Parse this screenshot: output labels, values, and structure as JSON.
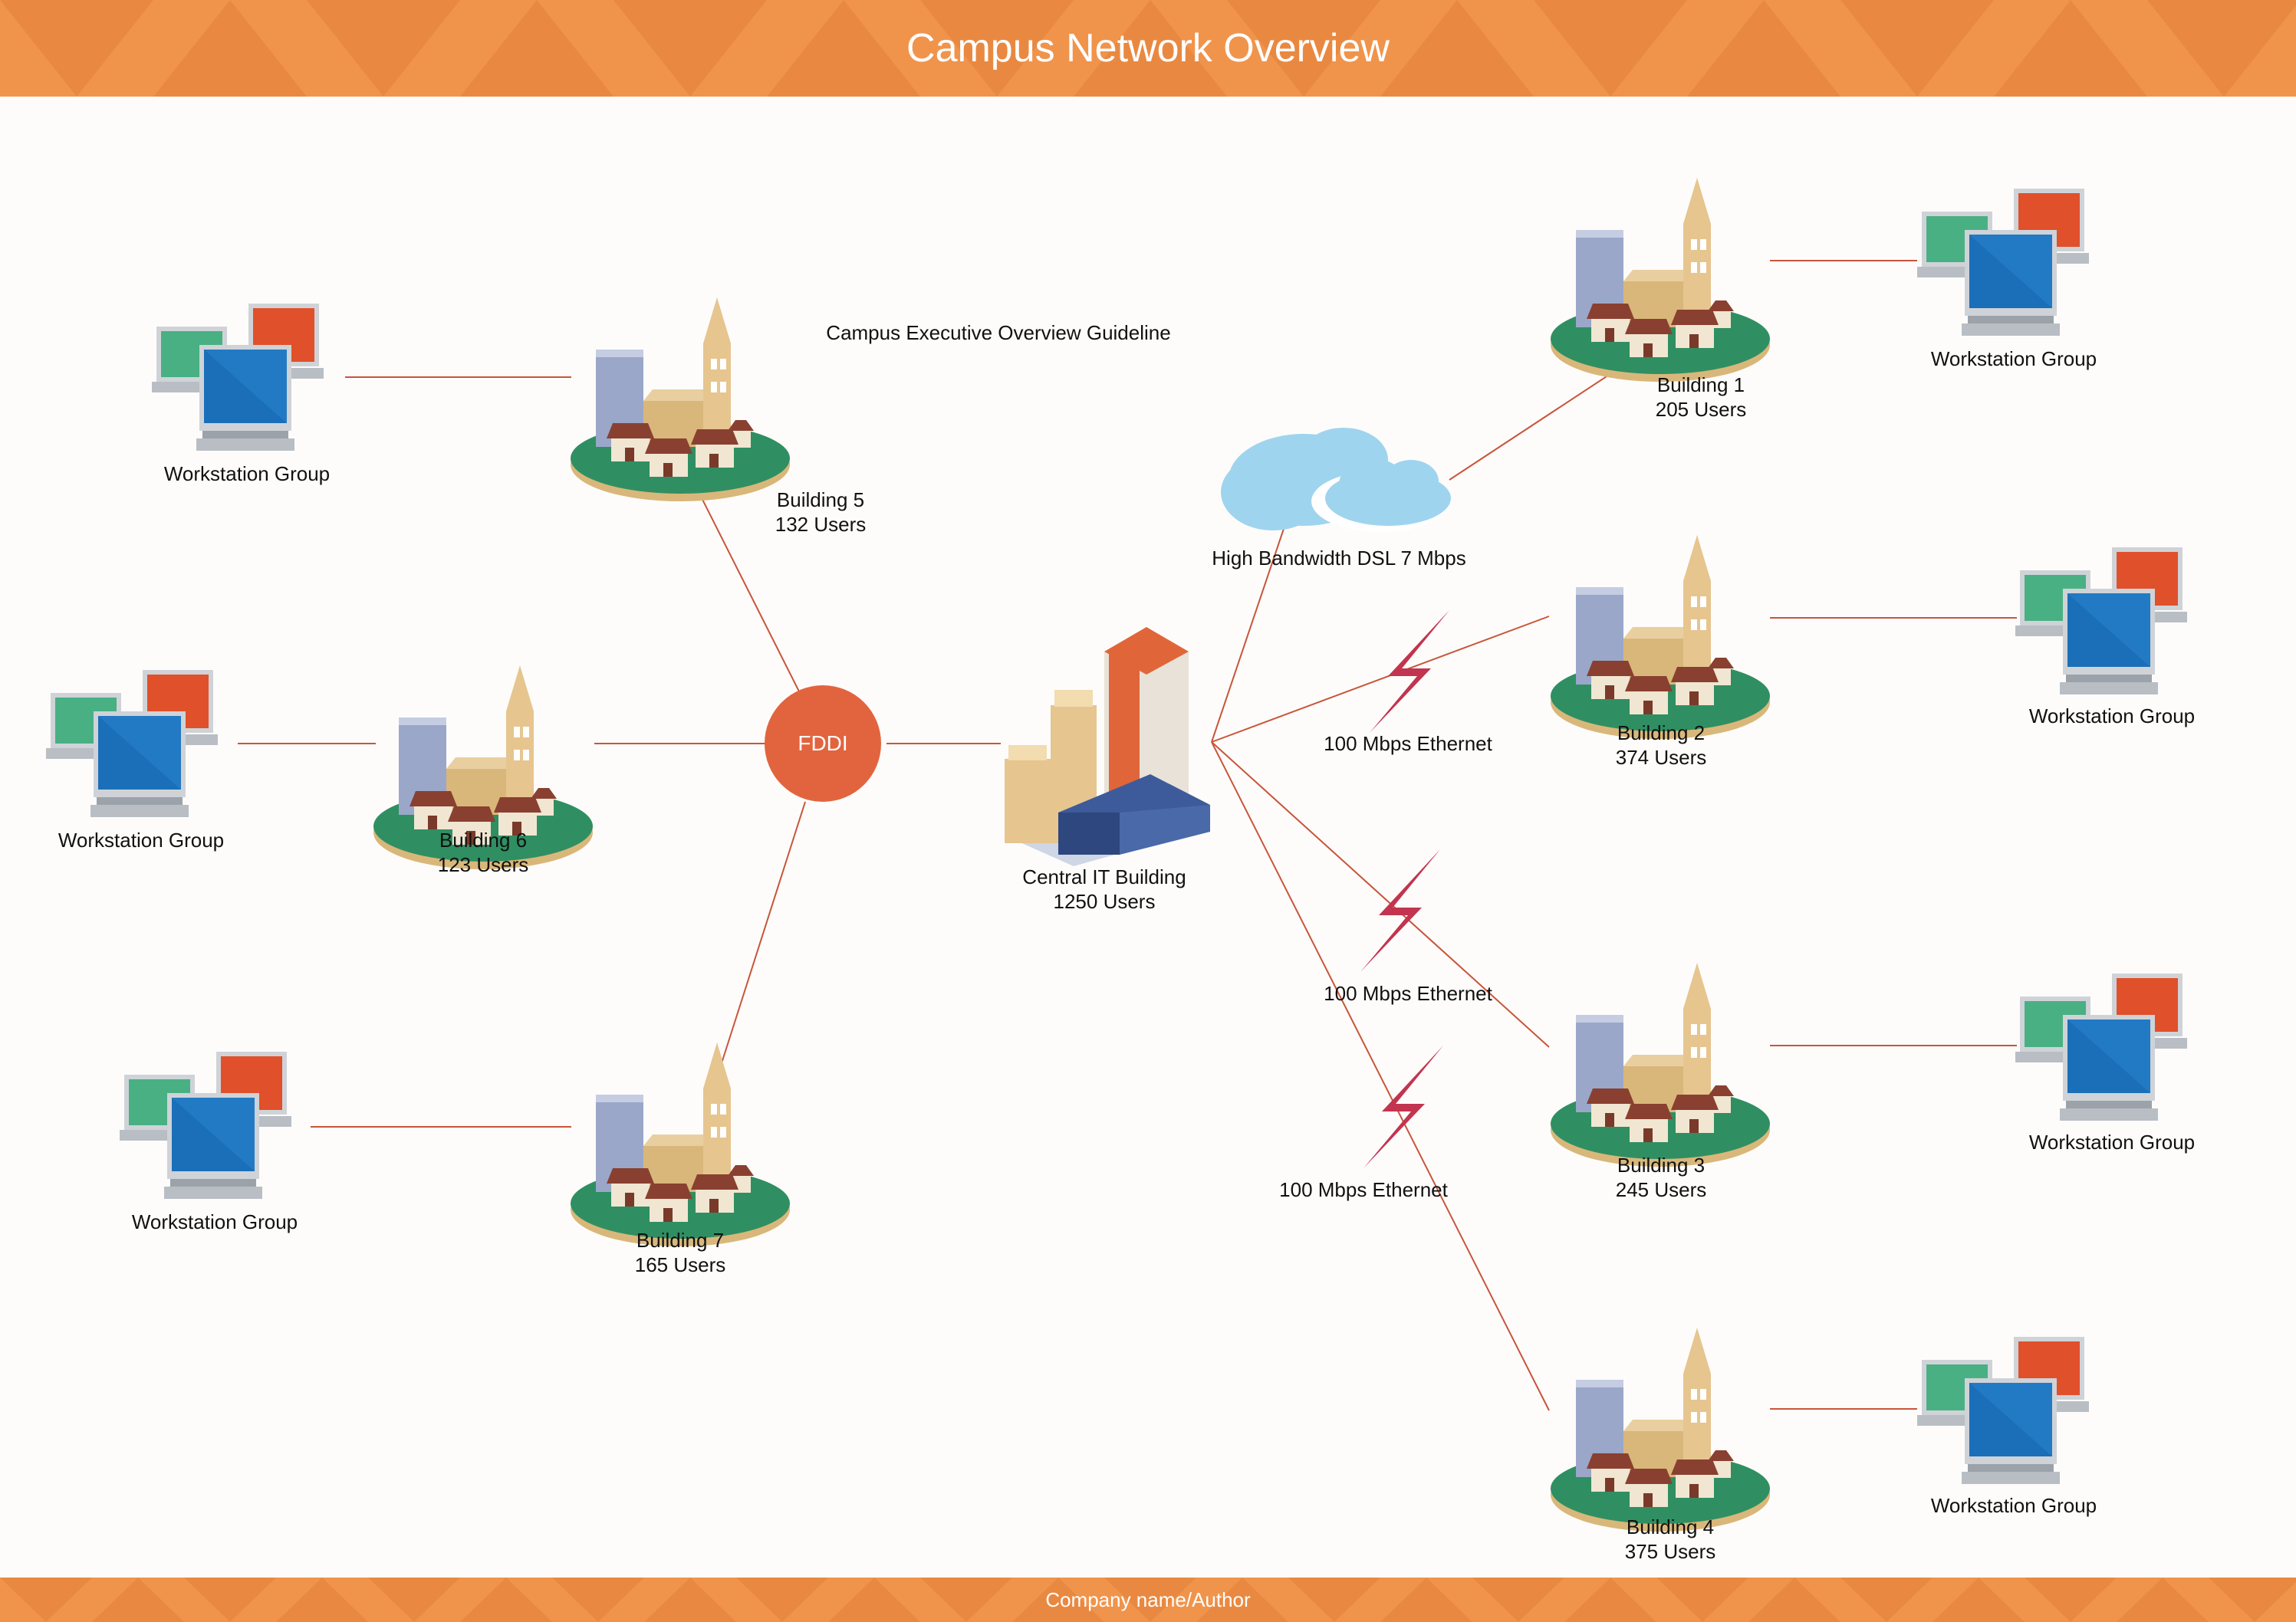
{
  "header": {
    "title": "Campus Network Overview"
  },
  "footer": {
    "text": "Company name/Author"
  },
  "guideline": "Campus Executive Overview Guideline",
  "hub": {
    "label": "FDDI"
  },
  "central": {
    "name": "Central IT Building",
    "users": "1250 Users"
  },
  "buildings": {
    "b1": {
      "name": "Building 1",
      "users": "205 Users"
    },
    "b2": {
      "name": "Building 2",
      "users": "374 Users"
    },
    "b3": {
      "name": "Building 3",
      "users": "245 Users"
    },
    "b4": {
      "name": "Building 4",
      "users": "375 Users"
    },
    "b5": {
      "name": "Building 5",
      "users": "132 Users"
    },
    "b6": {
      "name": "Building 6",
      "users": "123 Users"
    },
    "b7": {
      "name": "Building 7",
      "users": "165 Users"
    }
  },
  "workstation_label": "Workstation Group",
  "links": {
    "cloud": "High Bandwidth DSL 7 Mbps",
    "eth1": "100 Mbps Ethernet",
    "eth2": "100 Mbps Ethernet",
    "eth3": "100 Mbps Ethernet"
  },
  "colors": {
    "banner": "#f0944c",
    "banner_dark": "#e07d35",
    "line": "#c8553a",
    "hub": "#e2643e",
    "ground": "#2f8f62",
    "lightning": "#c2344f",
    "cloud": "#9fd4ee"
  }
}
